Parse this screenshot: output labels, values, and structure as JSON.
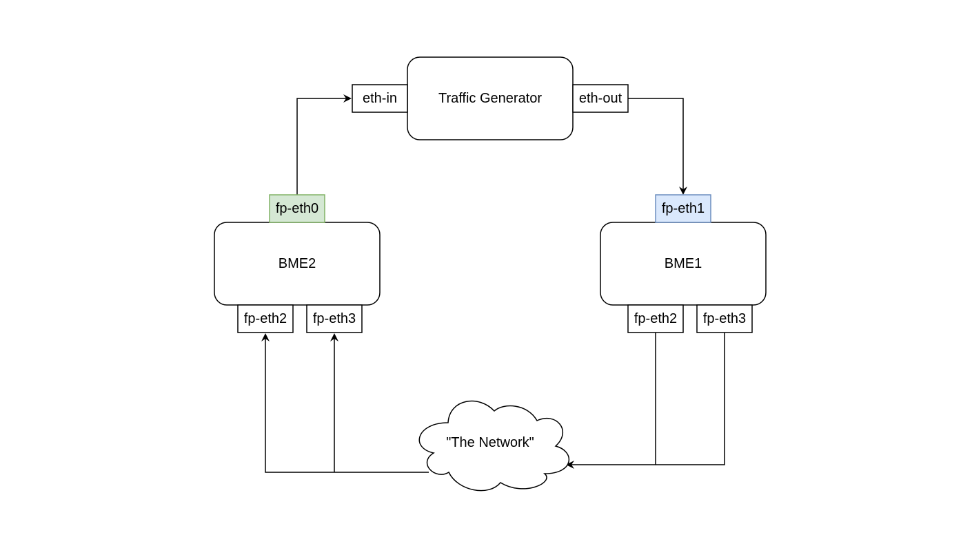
{
  "nodes": {
    "traffic_generator": {
      "label": "Traffic Generator",
      "ports": {
        "in": "eth-in",
        "out": "eth-out"
      }
    },
    "bme2": {
      "label": "BME2",
      "ports": {
        "top": "fp-eth0",
        "p2": "fp-eth2",
        "p3": "fp-eth3"
      }
    },
    "bme1": {
      "label": "BME1",
      "ports": {
        "top": "fp-eth1",
        "p2": "fp-eth2",
        "p3": "fp-eth3"
      }
    },
    "network": {
      "label": "\"The Network\""
    }
  },
  "colors": {
    "bme2_port_fill": "#d5e8d4",
    "bme2_port_stroke": "#82b366",
    "bme1_port_fill": "#dae8fc",
    "bme1_port_stroke": "#6c8ebf"
  }
}
